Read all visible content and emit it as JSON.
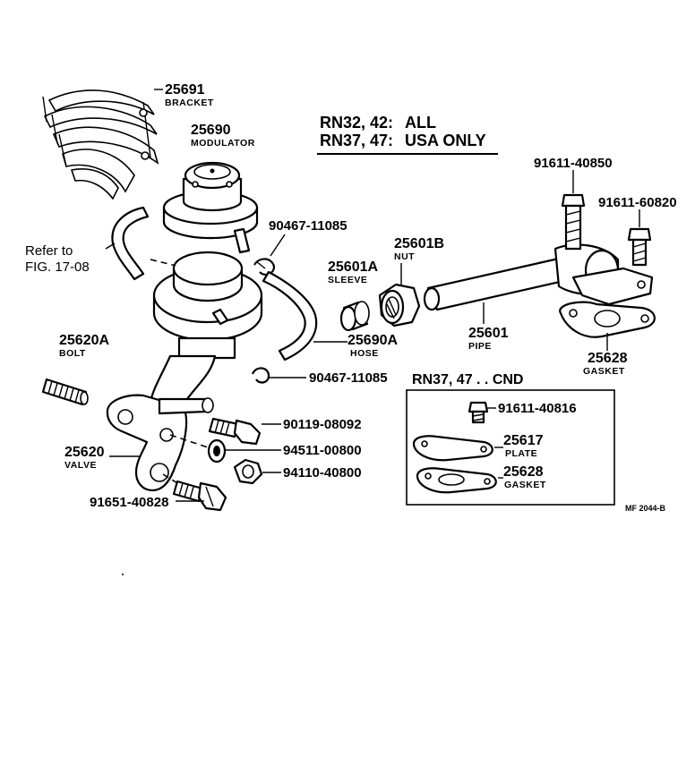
{
  "header": {
    "line1_model": "RN32, 42:",
    "line1_scope": "ALL",
    "line2_model": "RN37, 47:",
    "line2_scope": "USA  ONLY"
  },
  "refer": {
    "line1": "Refer to",
    "line2": "FIG. 17-08"
  },
  "parts": {
    "bracket": {
      "number": "25691",
      "name": "BRACKET"
    },
    "modulator": {
      "number": "25690",
      "name": "MODULATOR"
    },
    "clip_upper": {
      "number": "90467-11085"
    },
    "nut": {
      "number": "25601B",
      "name": "NUT"
    },
    "sleeve": {
      "number": "25601A",
      "name": "SLEEVE"
    },
    "bolt_top_left": {
      "number": "91611-40850"
    },
    "bolt_top_right": {
      "number": "91611-60820"
    },
    "pipe": {
      "number": "25601",
      "name": "PIPE"
    },
    "gasket": {
      "number": "25628",
      "name": "GASKET"
    },
    "hose": {
      "number": "25690A",
      "name": "HOSE"
    },
    "stud_bolt": {
      "number": "25620A",
      "name": "BOLT"
    },
    "clip_lower": {
      "number": "90467-11085"
    },
    "valve": {
      "number": "25620",
      "name": "VALVE"
    },
    "bolt_valve_upper": {
      "number": "90119-08092"
    },
    "washer": {
      "number": "94511-00800"
    },
    "nut_valve": {
      "number": "94110-40800"
    },
    "bolt_valve_lower": {
      "number": "91651-40828"
    }
  },
  "cnd_box": {
    "title": "RN37, 47 . . CND",
    "bolt": {
      "number": "91611-40816"
    },
    "plate": {
      "number": "25617",
      "name": "PLATE"
    },
    "gasket": {
      "number": "25628",
      "name": "GASKET"
    }
  },
  "footer": {
    "code": "MF  2044-B"
  }
}
